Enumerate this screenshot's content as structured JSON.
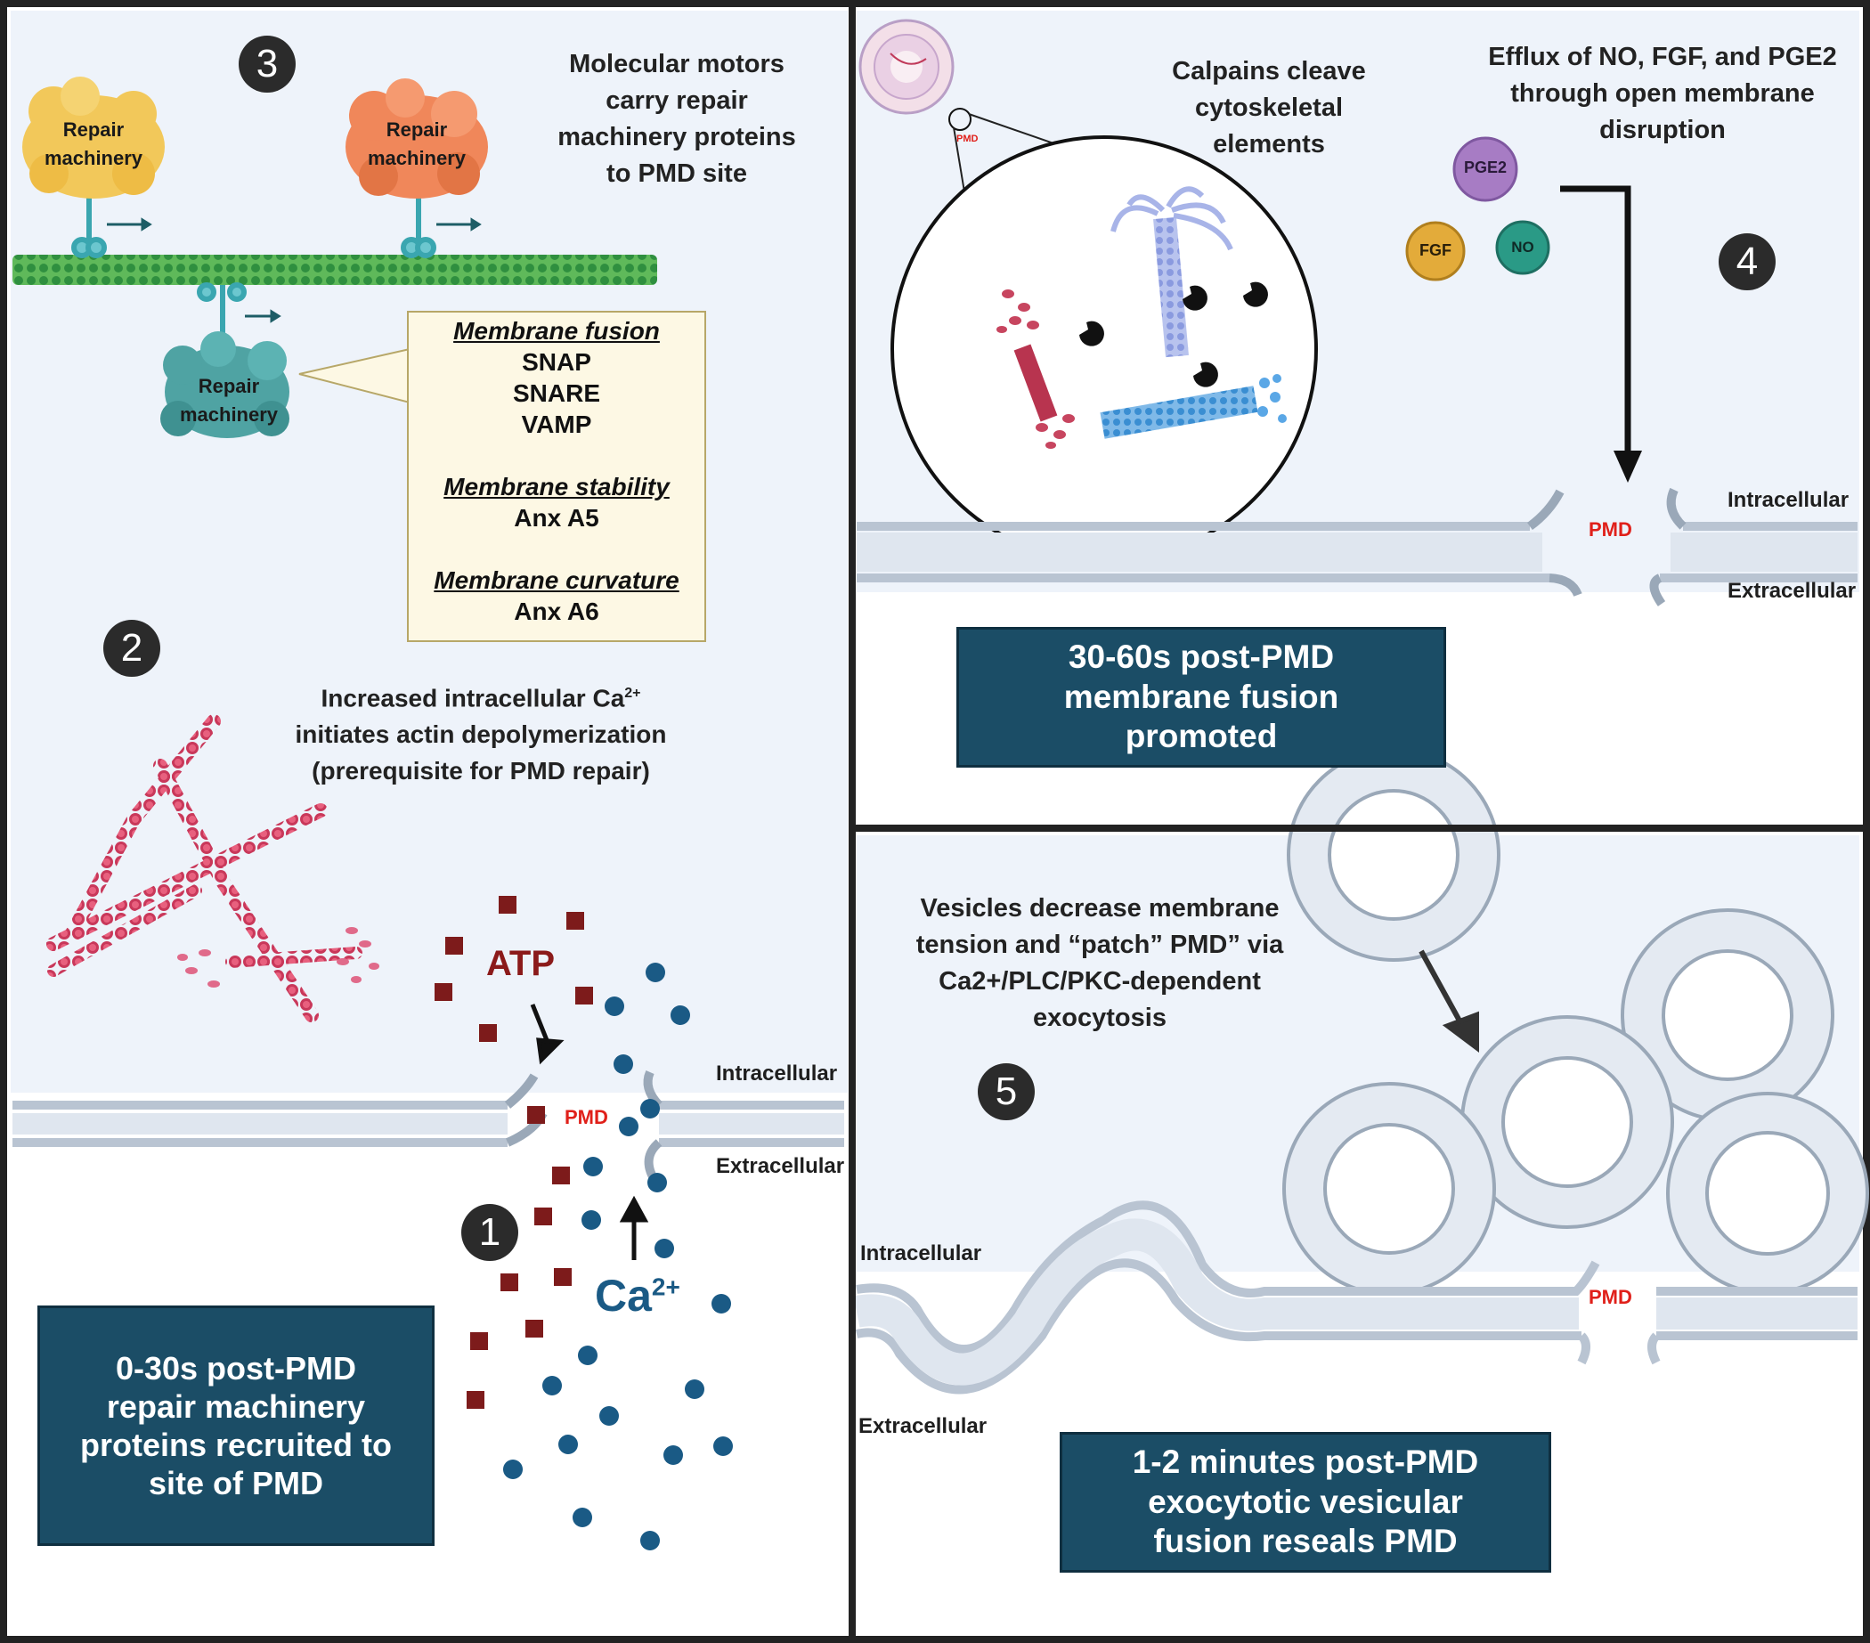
{
  "panels": {
    "left": {
      "step3_number": "3",
      "motors_text": [
        "Molecular motors",
        "carry repair",
        "machinery proteins",
        "to PMD site"
      ],
      "repair_machinery_labels": [
        "Repair",
        "machinery"
      ],
      "callout": {
        "fusion_heading": "Membrane fusion",
        "fusion_items": [
          "SNAP",
          "SNARE",
          "VAMP"
        ],
        "stability_heading": "Membrane stability",
        "stability_item": "Anx A5",
        "curvature_heading": "Membrane curvature",
        "curvature_item": "Anx A6"
      },
      "step2_number": "2",
      "calcium_text": [
        "Increased intracellular Ca",
        "initiates actin depolymerization",
        "(prerequisite for PMD repair)"
      ],
      "calcium_sup": "2+",
      "atp_label": "ATP",
      "ca_label": "Ca",
      "ca_sup": "2+",
      "pmd_label": "PMD",
      "intracellular": "Intracellular",
      "extracellular": "Extracellular",
      "step1_number": "1",
      "caption": [
        "0-30s post-PMD",
        "repair machinery",
        "proteins recruited to",
        "site of PMD"
      ]
    },
    "top_right": {
      "cell_pmd_label": "PMD",
      "calpain_text": [
        "Calpains cleave",
        "cytoskeletal",
        "elements"
      ],
      "efflux_text": [
        "Efflux of NO, FGF, and PGE2",
        "through open membrane",
        "disruption"
      ],
      "pge2": "PGE2",
      "fgf": "FGF",
      "no": "NO",
      "step4_number": "4",
      "pmd_label": "PMD",
      "intracellular": "Intracellular",
      "extracellular": "Extracellular",
      "caption": [
        "30-60s post-PMD",
        "membrane fusion",
        "promoted"
      ]
    },
    "bottom_right": {
      "vesicle_text": [
        "Vesicles decrease membrane",
        "tension and “patch” PMD” via",
        "Ca2+/PLC/PKC-dependent",
        "exocytosis"
      ],
      "step5_number": "5",
      "intracellular": "Intracellular",
      "extracellular": "Extracellular",
      "pmd_label": "PMD",
      "caption": [
        "1-2 minutes post-PMD",
        "exocytotic vesicular",
        "fusion reseals PMD"
      ]
    }
  },
  "colors": {
    "panel_bg": "#f0f4fa",
    "caption_bg": "#1b4d66",
    "membrane": "#9aa8b8",
    "repair_yellow": "#f2c85a",
    "repair_orange": "#f0875a",
    "repair_teal": "#4fa3a3",
    "atp_red": "#8b1a1a",
    "calcium_blue": "#1a5a85",
    "pmd_red": "#e0201a"
  }
}
